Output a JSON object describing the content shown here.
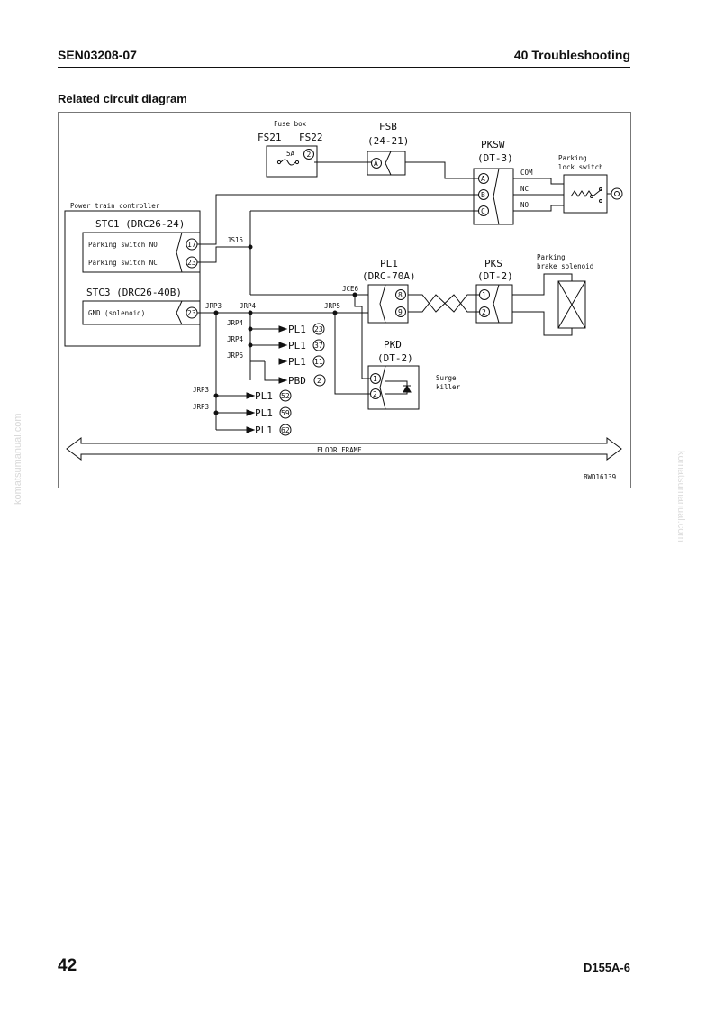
{
  "header": {
    "doc_code": "SEN03208-07",
    "section": "40 Troubleshooting"
  },
  "title": "Related circuit diagram",
  "footer": {
    "page": "42",
    "model": "D155A-6"
  },
  "watermark": "komatsumanual.com",
  "diagram": {
    "fuse_box": {
      "title": "Fuse box",
      "fs21": "FS21",
      "fs22": "FS22",
      "rating": "5A",
      "pin": "2"
    },
    "fsb": {
      "name": "FSB",
      "code": "(24-21)",
      "pin": "A"
    },
    "pksw": {
      "name": "PKSW",
      "code": "(DT-3)",
      "pins": [
        "A",
        "B",
        "C"
      ],
      "terms": [
        "COM",
        "NC",
        "NO"
      ]
    },
    "parking_lock_switch": {
      "line1": "Parking",
      "line2": "lock switch"
    },
    "controller": {
      "title": "Power train controller"
    },
    "stc1": {
      "name": "STC1 (DRC26-24)",
      "row1": "Parking switch NO",
      "row1_pin": "17",
      "row2": "Parking switch NC",
      "row2_pin": "23"
    },
    "stc3": {
      "name": "STC3 (DRC26-40B)",
      "row1": "GND (solenoid)",
      "row1_pin": "23"
    },
    "pl1": {
      "name": "PL1",
      "code": "(DRC-70A)",
      "pins": [
        "8",
        "9"
      ]
    },
    "pks": {
      "name": "PKS",
      "code": "(DT-2)",
      "pins": [
        "1",
        "2"
      ]
    },
    "brake_solenoid": {
      "line1": "Parking",
      "line2": "brake solenoid"
    },
    "pkd": {
      "name": "PKD",
      "code": "(DT-2)",
      "pins": [
        "1",
        "2"
      ]
    },
    "surge_killer": {
      "line1": "Surge",
      "line2": "killer"
    },
    "splices": {
      "js15": "JS15",
      "jce6": "JCE6",
      "jrp5": "JRP5",
      "jrp3": "JRP3",
      "jrp4": "JRP4",
      "jrp6": "JRP6"
    },
    "branches": [
      {
        "splice": "JRP4",
        "target": "PL1",
        "pin": "23"
      },
      {
        "splice": "JRP4",
        "target": "PL1",
        "pin": "37"
      },
      {
        "splice": "JRP6",
        "target": "PL1",
        "pin": "11"
      },
      {
        "splice": "",
        "target": "PBD",
        "pin": "2"
      },
      {
        "splice": "JRP3",
        "target": "PL1",
        "pin": "52"
      },
      {
        "splice": "JRP3",
        "target": "PL1",
        "pin": "59"
      },
      {
        "splice": "",
        "target": "PL1",
        "pin": "62"
      }
    ],
    "floor_frame": "FLOOR FRAME",
    "drawing_id": "BWD16139"
  }
}
